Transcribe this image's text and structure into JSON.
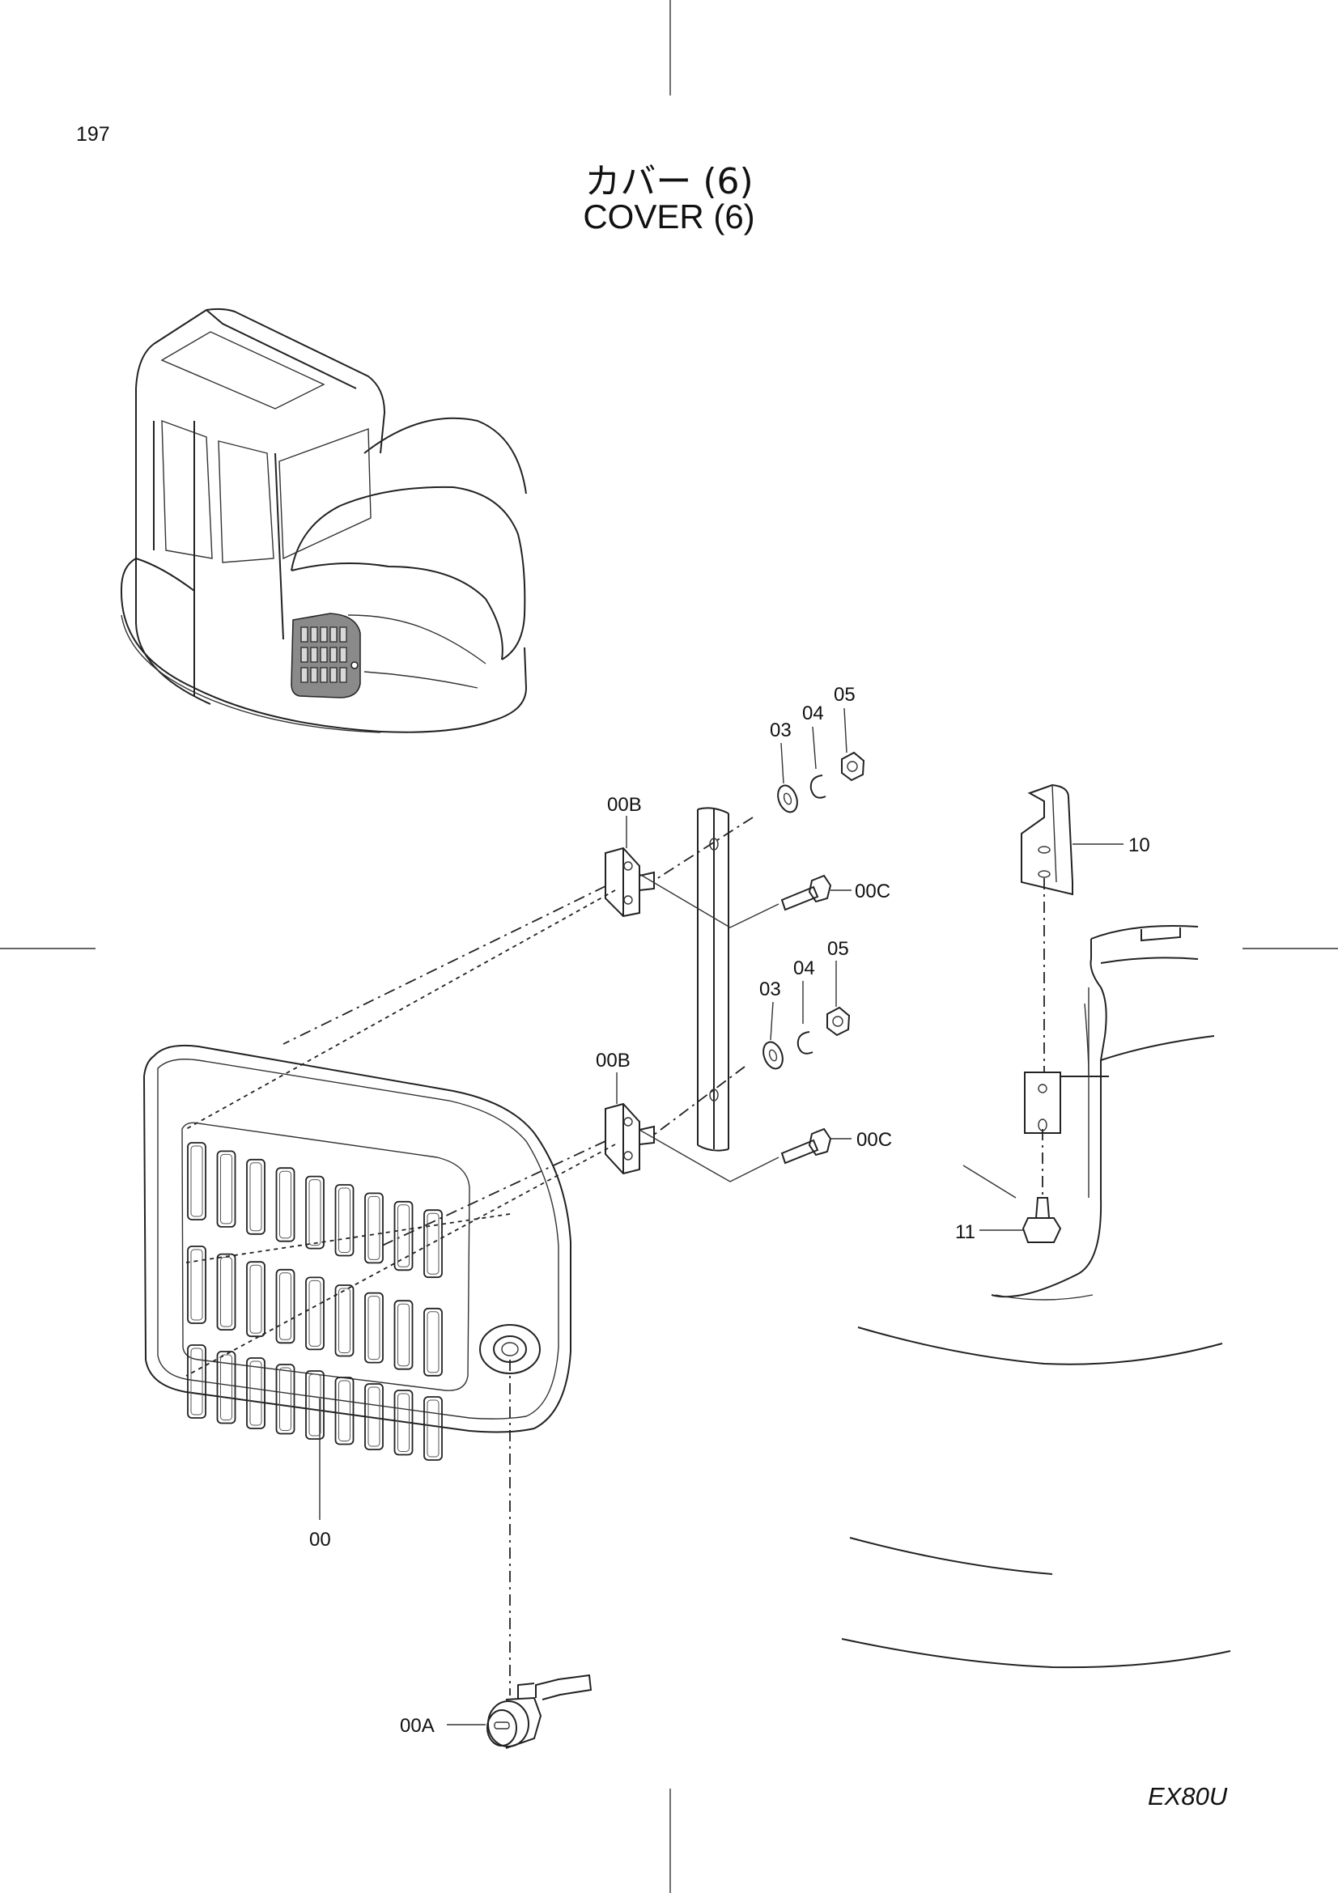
{
  "page_number": "197",
  "title_jp": "カバー (6)",
  "title_en": "COVER (6)",
  "model": "EX80U",
  "callouts": {
    "c00": "00",
    "c00A": "00A",
    "c00B_upper": "00B",
    "c00B_lower": "00B",
    "c00C_upper": "00C",
    "c00C_lower": "00C",
    "c03_upper": "03",
    "c04_upper": "04",
    "c05_upper": "05",
    "c03_lower": "03",
    "c04_lower": "04",
    "c05_lower": "05",
    "c10": "10",
    "c11": "11"
  }
}
